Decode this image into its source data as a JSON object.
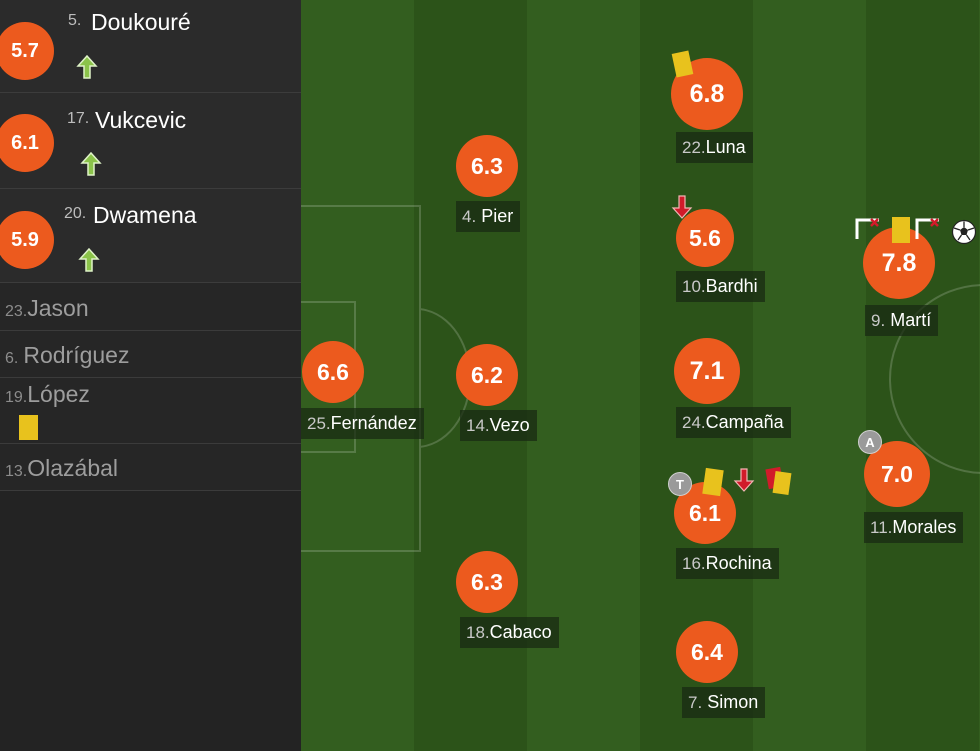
{
  "substitutes": [
    {
      "number": "5.",
      "name": "Doukouré",
      "rating": "5.7",
      "icon": "sub-on-arrow-icon"
    },
    {
      "number": "17.",
      "name": "Vukcevic",
      "rating": "6.1",
      "icon": "sub-on-arrow-icon"
    },
    {
      "number": "20.",
      "name": "Dwamena",
      "rating": "5.9",
      "icon": "sub-on-arrow-icon"
    }
  ],
  "bench": [
    {
      "number": "23.",
      "name": "Jason"
    },
    {
      "number": "6.",
      "name": "Rodríguez"
    },
    {
      "number": "19.",
      "name": "López",
      "icon": "yellow-card-icon"
    },
    {
      "number": "13.",
      "name": "Olazábal"
    }
  ],
  "players": [
    {
      "number": "25.",
      "name": "Fernández",
      "rating": "6.6"
    },
    {
      "number": "4.",
      "name": "Pier",
      "rating": "6.3"
    },
    {
      "number": "14.",
      "name": "Vezo",
      "rating": "6.2"
    },
    {
      "number": "18.",
      "name": "Cabaco",
      "rating": "6.3"
    },
    {
      "number": "22.",
      "name": "Luna",
      "rating": "6.8",
      "icons": [
        "yellow-card-icon"
      ]
    },
    {
      "number": "10.",
      "name": "Bardhi",
      "rating": "5.6",
      "icons": [
        "sub-off-arrow-icon"
      ]
    },
    {
      "number": "24.",
      "name": "Campaña",
      "rating": "7.1"
    },
    {
      "number": "16.",
      "name": "Rochina",
      "rating": "6.1",
      "badge": "T",
      "icons": [
        "yellow-card-icon",
        "sub-off-arrow-icon",
        "yellow-red-card-icon"
      ]
    },
    {
      "number": "7.",
      "name": "Simon",
      "rating": "6.4"
    },
    {
      "number": "9.",
      "name": "Martí",
      "rating": "7.8",
      "icons": [
        "missed-goal-icon",
        "yellow-card-icon",
        "missed-goal-icon",
        "goal-ball-icon"
      ]
    },
    {
      "number": "11.",
      "name": "Morales",
      "rating": "7.0",
      "badge": "A"
    }
  ],
  "colors": {
    "rating": "#ec5a1e",
    "yellow_card": "#e8c21d",
    "red": "#d11b2a",
    "sub_on": "#8bc34a",
    "pitch_light": "#335e1f",
    "pitch_dark": "#2c5319"
  }
}
